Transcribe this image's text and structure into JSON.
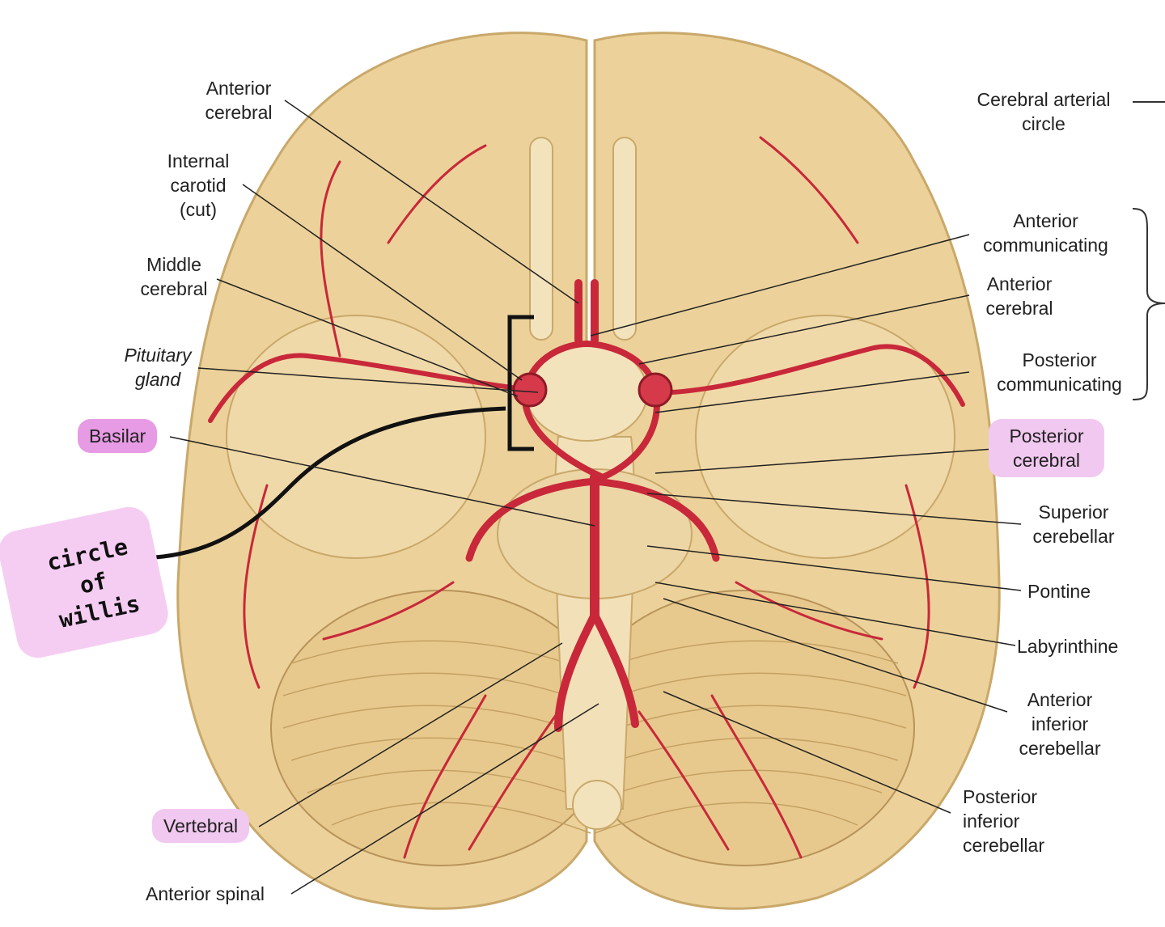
{
  "labels": {
    "anterior_cerebral_top": "Anterior\ncerebral",
    "internal_carotid": "Internal\ncarotid\n(cut)",
    "middle_cerebral": "Middle\ncerebral",
    "pituitary_gland": "Pituitary\ngland",
    "basilar": "Basilar",
    "vertebral": "Vertebral",
    "anterior_spinal": "Anterior spinal",
    "cerebral_arterial_circle": "Cerebral arterial\ncircle",
    "anterior_communicating": "Anterior\ncommunicating",
    "anterior_cerebral_right": "Anterior\ncerebral",
    "posterior_communicating": "Posterior\ncommunicating",
    "posterior_cerebral": "Posterior\ncerebral",
    "superior_cerebellar": "Superior\ncerebellar",
    "pontine": "Pontine",
    "labyrinthine": "Labyrinthine",
    "anterior_inferior_cerebellar": "Anterior\ninferior\ncerebellar",
    "posterior_inferior_cerebellar": "Posterior\ninferior\ncerebellar"
  },
  "handwritten_note": "circle\nof\nwillis",
  "colors": {
    "brain": "#ecd29a",
    "brain_shadow": "#c9a86a",
    "artery": "#c8283a",
    "highlight_strong": "#e79be4",
    "highlight_soft": "#f1c8f0"
  }
}
